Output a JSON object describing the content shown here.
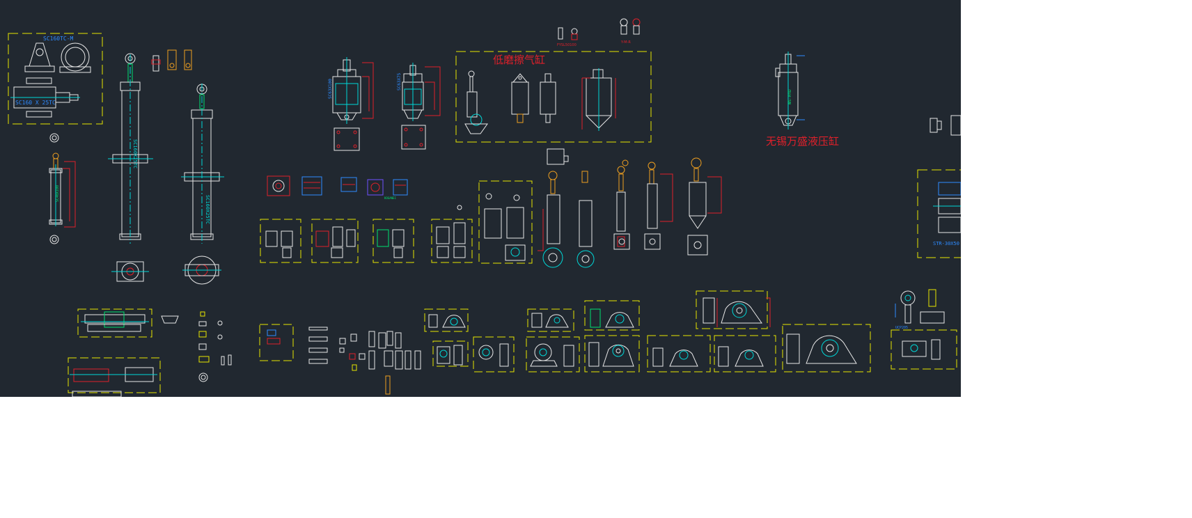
{
  "drawing": {
    "background": "#212830",
    "colors": {
      "frame": "#e6e600",
      "outline": "#e8e8e8",
      "dimension": "#e0202a",
      "centerline": "#00d8d8",
      "label": "#2e8bff",
      "accent": "#f0a020",
      "green": "#00e070"
    },
    "labels": {
      "bracket_top": "SC160TC-M",
      "bracket_side": "SC160 X 25TC",
      "low_friction": "低磨擦气缸",
      "hydraulic": "无锡万盛液压缸",
      "cyl_tall_1": "SC160X25TC",
      "cyl_tall_2": "SC160X25TC",
      "small_cyl": "SC40X100",
      "cyl_a": "SC63X100",
      "cyl_b": "SC63X75",
      "hydro_body": "WS-HYD",
      "top_tag_1": "FYSL50100",
      "top_tag_2": "Y-M-R",
      "right_cut": "STR-30X50",
      "block_tag": "KOGANEI",
      "bearing_tag": "UCP205"
    }
  }
}
